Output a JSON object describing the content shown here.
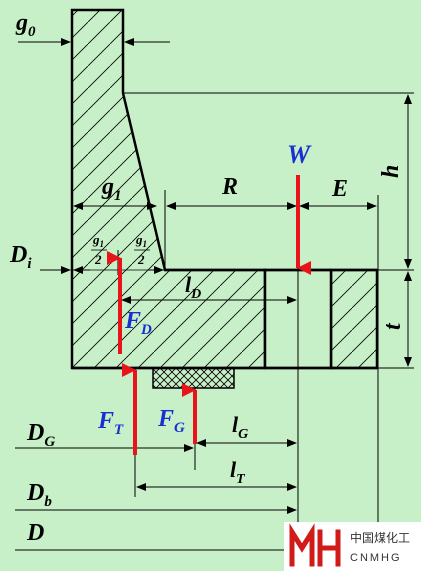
{
  "labels": {
    "g0": "g",
    "g0_sub": "0",
    "g1": "g",
    "g1_sub": "1",
    "half_left_num": "g",
    "half_left_num_sub": "1",
    "half_left_den": "2",
    "half_right_num": "g",
    "half_right_num_sub": "1",
    "half_right_den": "2",
    "Di": "D",
    "Di_sub": "i",
    "R": "R",
    "E": "E",
    "W": "W",
    "h": "h",
    "t": "t",
    "lD": "l",
    "lD_sub": "D",
    "FD": "F",
    "FD_sub": "D",
    "FT": "F",
    "FT_sub": "T",
    "FG": "F",
    "FG_sub": "G",
    "lG": "l",
    "lG_sub": "G",
    "lT": "l",
    "lT_sub": "T",
    "DG": "D",
    "DG_sub": "G",
    "Db": "D",
    "Db_sub": "b",
    "D": "D"
  },
  "watermark": {
    "cn": "中国煤化工",
    "en": "CNMHG"
  },
  "colors": {
    "background": "#c8f0c8",
    "force_arrow": "#e8141a",
    "force_label": "#1a2fd0",
    "line": "#000000",
    "logo": "#d11a1a"
  }
}
